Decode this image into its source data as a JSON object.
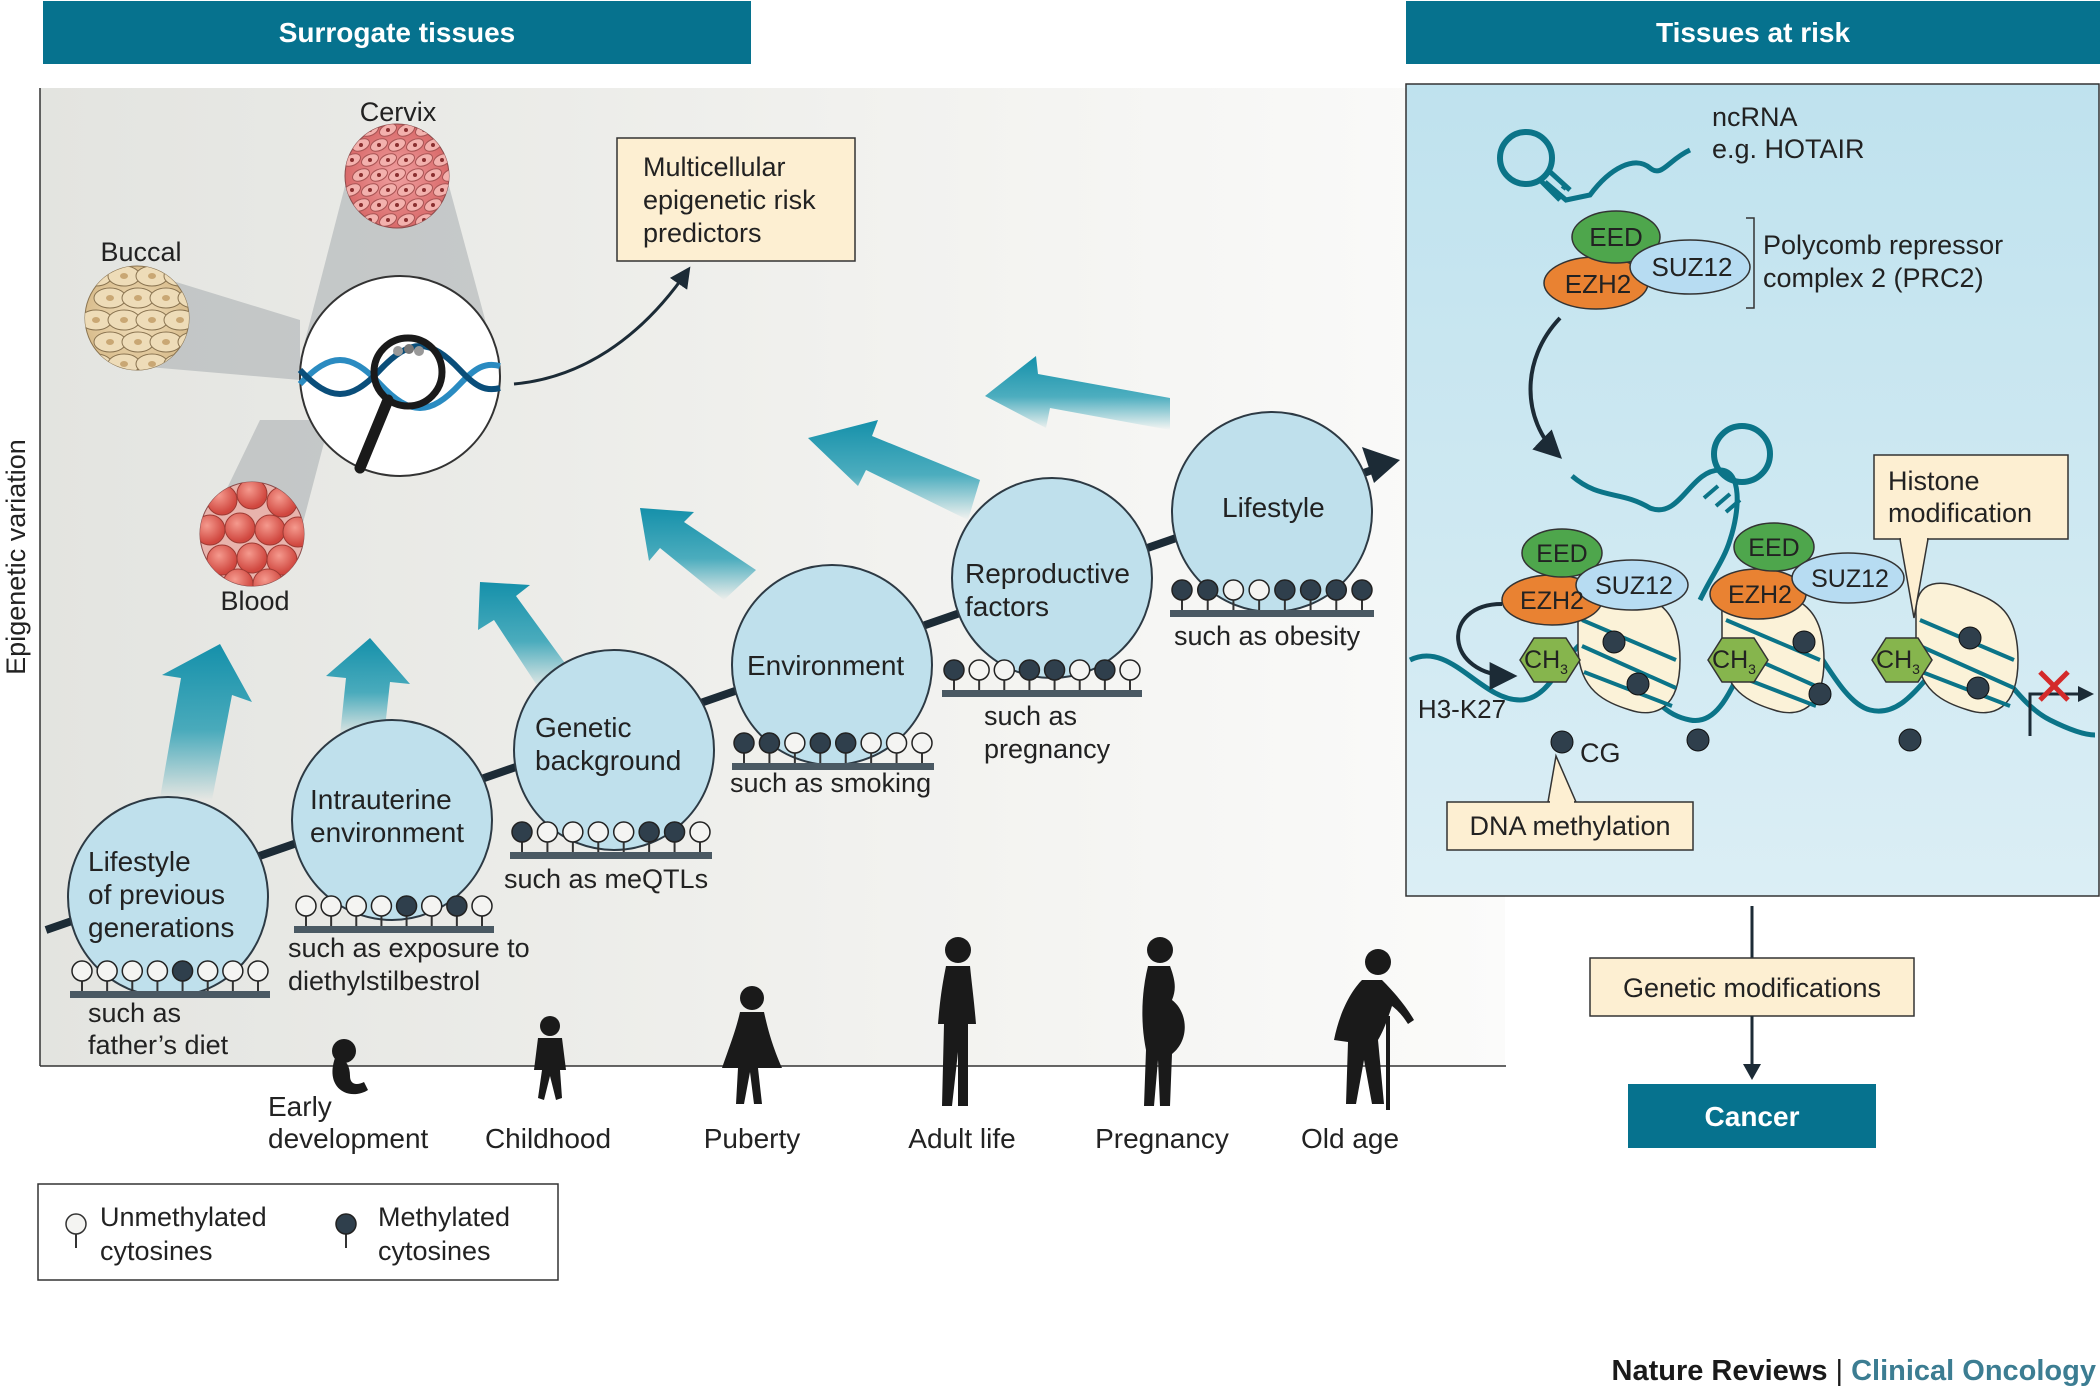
{
  "headers": {
    "surrogate": "Surrogate tissues",
    "at_risk": "Tissues at risk"
  },
  "axis": {
    "y_label": "Epigenetic variation"
  },
  "tissues": {
    "cervix": "Cervix",
    "buccal": "Buccal",
    "blood": "Blood"
  },
  "predictor_box": [
    "Multicellular",
    "epigenetic risk",
    "predictors"
  ],
  "factors": [
    {
      "name": [
        "Lifestyle",
        "of previous",
        "generations"
      ],
      "example": [
        "such as",
        "father’s diet"
      ],
      "pattern": [
        0,
        0,
        0,
        0,
        1,
        0,
        0,
        0
      ]
    },
    {
      "name": [
        "Intrauterine",
        "environment"
      ],
      "example": [
        "such as exposure to",
        "diethylstilbestrol"
      ],
      "pattern": [
        0,
        0,
        0,
        0,
        1,
        0,
        1,
        0
      ]
    },
    {
      "name": [
        "Genetic",
        "background"
      ],
      "example": [
        "such as meQTLs"
      ],
      "pattern": [
        1,
        0,
        0,
        0,
        0,
        1,
        1,
        0
      ]
    },
    {
      "name": [
        "Environment"
      ],
      "example": [
        "such as smoking"
      ],
      "pattern": [
        1,
        1,
        0,
        1,
        1,
        0,
        0,
        0
      ]
    },
    {
      "name": [
        "Reproductive",
        "factors"
      ],
      "example": [
        "such as",
        "pregnancy"
      ],
      "pattern": [
        1,
        0,
        0,
        1,
        1,
        0,
        1,
        0
      ]
    },
    {
      "name": [
        "Lifestyle"
      ],
      "example": [
        "such as obesity"
      ],
      "pattern": [
        1,
        1,
        0,
        0,
        1,
        1,
        1,
        1
      ]
    }
  ],
  "life_stages": [
    {
      "label": [
        "Early",
        "development"
      ]
    },
    {
      "label": [
        "Childhood"
      ]
    },
    {
      "label": [
        "Puberty"
      ]
    },
    {
      "label": [
        "Adult life"
      ]
    },
    {
      "label": [
        "Pregnancy"
      ]
    },
    {
      "label": [
        "Old age"
      ]
    }
  ],
  "legend": {
    "unmethylated": [
      "Unmethylated",
      "cytosines"
    ],
    "methylated": [
      "Methylated",
      "cytosines"
    ]
  },
  "mechanism": {
    "ncrna": [
      "ncRNA",
      "e.g. HOTAIR"
    ],
    "eed": "EED",
    "ezh2": "EZH2",
    "suz12": "SUZ12",
    "prc2": [
      "Polycomb repressor",
      "complex 2 (PRC2)"
    ],
    "ch3": "CH",
    "ch3_sub": "3",
    "h3k27": "H3-K27",
    "cg": "CG",
    "dna_methylation": "DNA methylation",
    "histone_mod": [
      "Histone",
      "modification"
    ]
  },
  "outcome": {
    "genetic_mod": "Genetic modifications",
    "cancer": "Cancer"
  },
  "credit": {
    "journal": "Nature Reviews",
    "separator": "|",
    "section": "Clinical Oncology"
  },
  "colors": {
    "header_teal": "#06728e",
    "circle_fill": "#bfe0ec",
    "arrow_teal": "#1596ae",
    "note_fill": "#fdefd2",
    "eed_green": "#4ea64c",
    "ezh2_orange": "#e98232",
    "suz12_blue": "#b7dcf2",
    "ch3_green": "#86b54d",
    "nucleosome": "#fbf2d8",
    "dna_line": "#0b7488",
    "credit_gray": "#1a1a1a",
    "credit_teal": "#3c7d92"
  }
}
